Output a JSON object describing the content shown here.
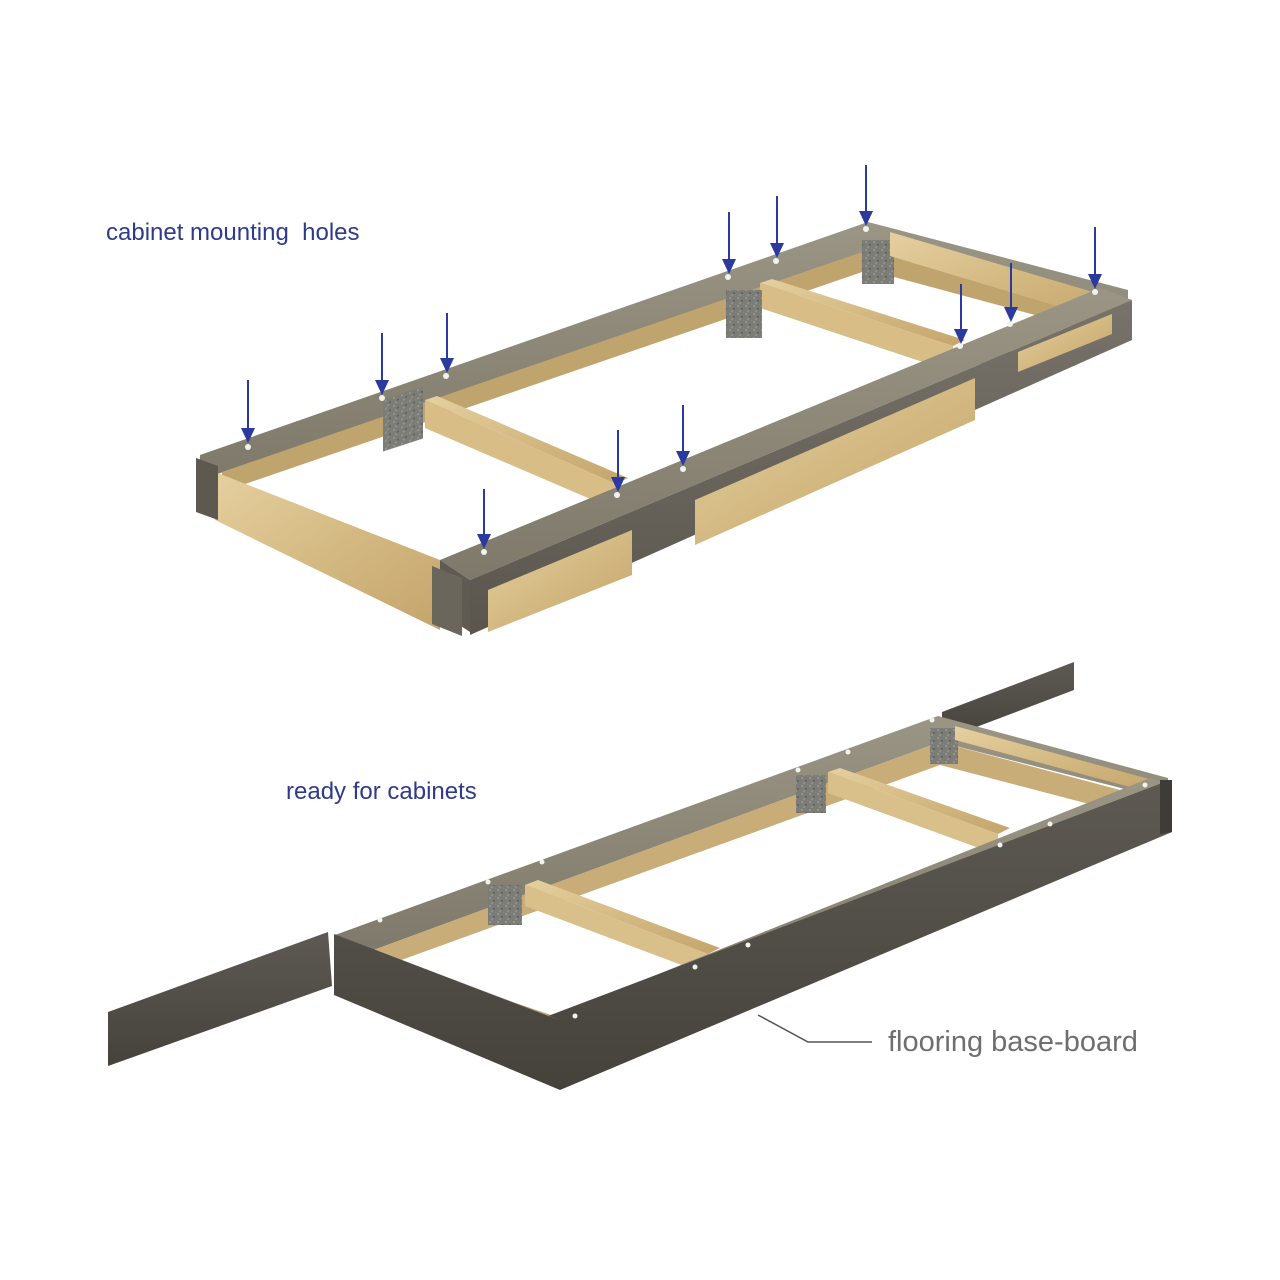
{
  "labels": {
    "top": "cabinet mounting  holes",
    "middle": "ready for cabinets",
    "bottom": "flooring base-board"
  },
  "colors": {
    "background": "#ffffff",
    "label_blue": "#2e3a8c",
    "label_gray": "#6e6e6e",
    "arrow_blue": "#2a3a9e",
    "steel_top": "#8f8a78",
    "steel_side": "#6b675c",
    "steel_dark": "#4a4740",
    "wood_light": "#ddc490",
    "wood_mid": "#cfb27a",
    "wood_dark": "#b8995e",
    "bracket": "#7a7a76",
    "baseboard": "#55524c",
    "baseboard_top": "#6a665e"
  },
  "icons": {
    "arrow": "down-arrow-icon",
    "hole": "mounting-hole-icon"
  }
}
